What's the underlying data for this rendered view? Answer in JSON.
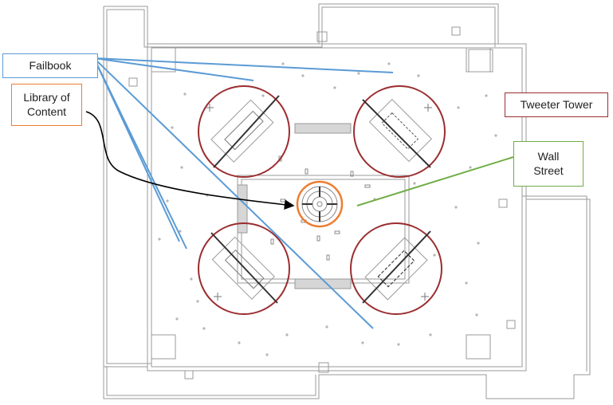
{
  "labels": {
    "failbook": "Failbook",
    "library_line1": "Library of",
    "library_line2": "Content",
    "tweeter": "Tweeter Tower",
    "wall_line1": "Wall",
    "wall_line2": "Street"
  },
  "colors": {
    "failbook": "#5b9bd5",
    "library": "#ed7d31",
    "tweeter": "#9b2d30",
    "wall": "#70ad47",
    "floorplan_line": "#9a9a9a",
    "pointer": "#000000"
  }
}
